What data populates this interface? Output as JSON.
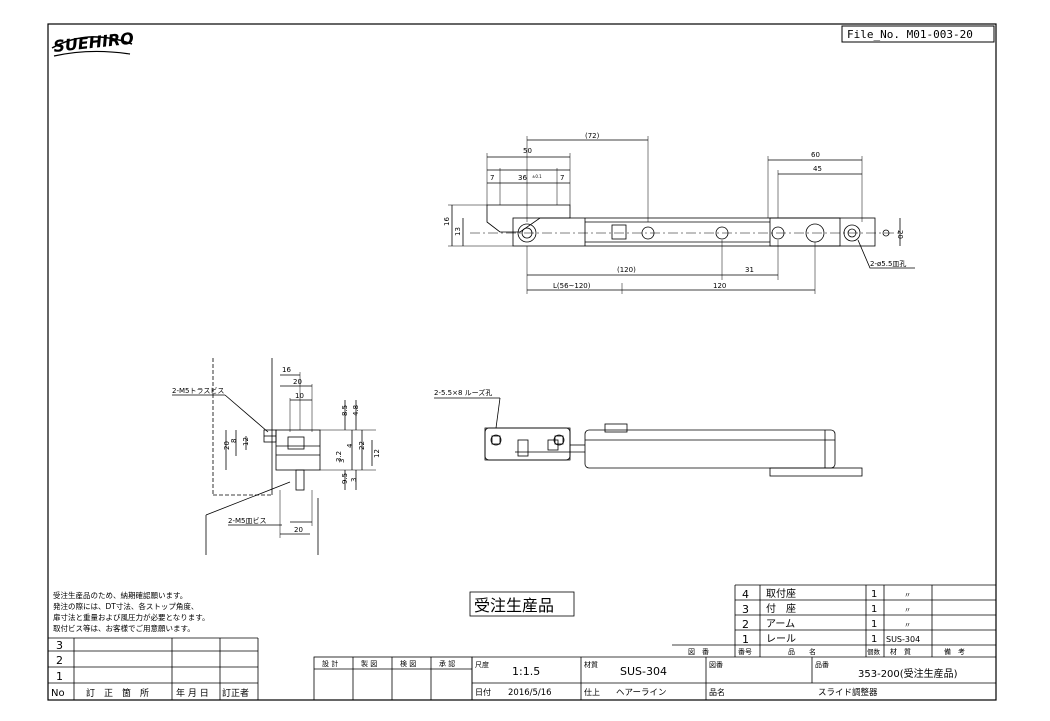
{
  "logo": "SUEHIRO",
  "file_no": "File_No. M01-003-20",
  "dims_top": {
    "d72": "(72)",
    "d50": "50",
    "d7a": "7",
    "d36": "36",
    "d36tol": "±0.1",
    "d7b": "7",
    "d60": "60",
    "d45": "45",
    "d16": "16",
    "d13": "13",
    "d20": "20",
    "d120a": "(120)",
    "d31": "31",
    "dL": "L(56~120)",
    "d120b": "120",
    "hole_note": "2-ø5.5皿孔"
  },
  "dims_side": {
    "truss_note": "2-M5トラスビス",
    "d16": "16",
    "d20a": "20",
    "d10": "10",
    "d20b": "20",
    "d8": "8",
    "d12": "12",
    "d85": "8.5",
    "d48": "4.8",
    "d4": "4",
    "d22": "22",
    "d3a": "3",
    "d32": "3.2",
    "d12b": "12",
    "d95": "9.5",
    "d3b": "3",
    "screw_note": "2-M5皿ビス",
    "d20c": "20"
  },
  "dims_front": {
    "slot_note": "2-5.5×8 ルーズ孔"
  },
  "notes": [
    "受注生産品のため、納期確認願います。",
    "発注の際には、DT寸法、各ストップ角度、",
    "扉寸法と重量および風圧力が必要となります。",
    "取付ビス等は、お客様でご用意願います。"
  ],
  "made_to_order": "受注生産品",
  "revision": {
    "rows": [
      "3",
      "2",
      "1"
    ],
    "headers": [
      "No",
      "訂　正　箇　所",
      "年 月 日",
      "訂正者"
    ]
  },
  "approval_labels": [
    "設 計",
    "製 図",
    "検 図",
    "承 認"
  ],
  "parts": {
    "rows": [
      {
        "no": "4",
        "name": "取付座",
        "qty": "1",
        "material": "〃",
        "note": ""
      },
      {
        "no": "3",
        "name": "付　座",
        "qty": "1",
        "material": "〃",
        "note": ""
      },
      {
        "no": "2",
        "name": "アーム",
        "qty": "1",
        "material": "〃",
        "note": ""
      },
      {
        "no": "1",
        "name": "レール",
        "qty": "1",
        "material": "SUS-304",
        "note": ""
      }
    ],
    "headers": [
      "図　番",
      "番号",
      "品　　名",
      "個数",
      "材　質",
      "備　考"
    ]
  },
  "title_block": {
    "scale_label": "尺度",
    "scale_value": "1:1.5",
    "material_label": "材質",
    "material_value": "SUS-304",
    "drawing_no_label": "図番",
    "drawing_no_value": "",
    "product_no_label": "品番",
    "product_no_value": "353-200(受注生産品)",
    "date_label": "日付",
    "date_value": "2016/5/16",
    "finish_label": "仕上",
    "finish_value": "ヘアーライン",
    "name_label": "品名",
    "name_value": "スライド調整器"
  }
}
